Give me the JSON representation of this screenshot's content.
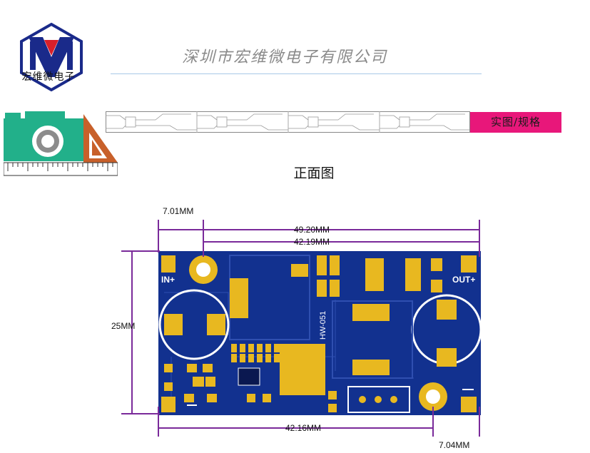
{
  "header": {
    "logo_text": "宏维微电子",
    "company_name": "深圳市宏维微电子有限公司"
  },
  "banner": {
    "tab_label": "实图/规格"
  },
  "section": {
    "title": "正面图"
  },
  "board": {
    "label_in": "IN+",
    "label_out": "OUT+",
    "model": "HW-051"
  },
  "dimensions": {
    "hole_offset_left": "7.01MM",
    "overall_width": "49.20MM",
    "hole_span_top": "42.19MM",
    "height": "25MM",
    "hole_span_bottom": "42.16MM",
    "hole_offset_right": "7.04MM"
  },
  "colors": {
    "pcb": "#12318f",
    "pad": "#e8b820",
    "dimension_line": "#7a2a9a",
    "accent_tab": "#e8177a",
    "camera": "#22b08a"
  },
  "icons": [
    "logo-icon",
    "camera-icon",
    "set-square-icon",
    "ruler-icon"
  ]
}
